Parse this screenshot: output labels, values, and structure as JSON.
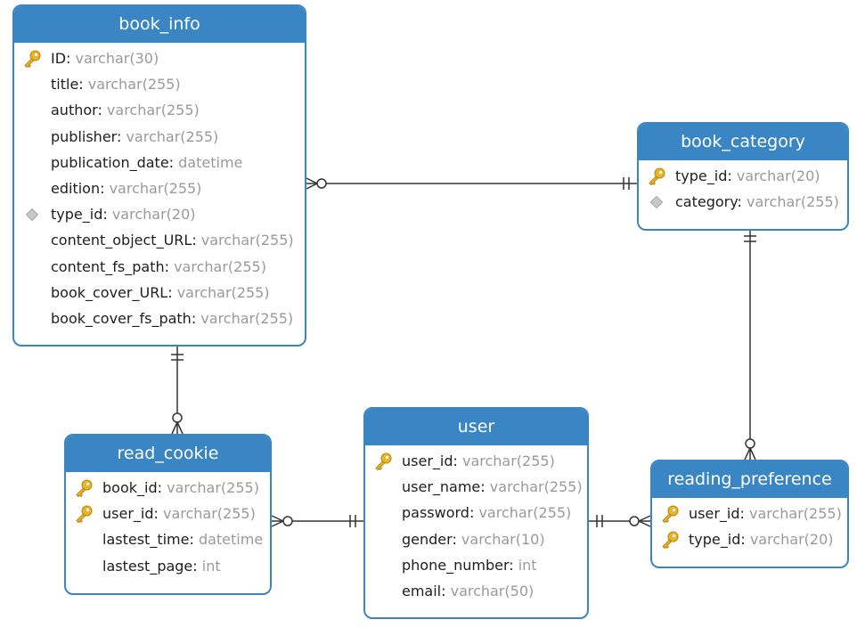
{
  "entities": {
    "book_info": {
      "title": "book_info",
      "columns": [
        {
          "name": "ID",
          "type": "varchar(30)",
          "marker": "primary-key"
        },
        {
          "name": "title",
          "type": "varchar(255)",
          "marker": "none"
        },
        {
          "name": "author",
          "type": "varchar(255)",
          "marker": "none"
        },
        {
          "name": "publisher",
          "type": "varchar(255)",
          "marker": "none"
        },
        {
          "name": "publication_date",
          "type": "datetime",
          "marker": "none"
        },
        {
          "name": "edition",
          "type": "varchar(255)",
          "marker": "none"
        },
        {
          "name": "type_id",
          "type": "varchar(20)",
          "marker": "index"
        },
        {
          "name": "content_object_URL",
          "type": "varchar(255)",
          "marker": "none"
        },
        {
          "name": "content_fs_path",
          "type": "varchar(255)",
          "marker": "none"
        },
        {
          "name": "book_cover_URL",
          "type": "varchar(255)",
          "marker": "none"
        },
        {
          "name": "book_cover_fs_path",
          "type": "varchar(255)",
          "marker": "none"
        }
      ]
    },
    "book_category": {
      "title": "book_category",
      "columns": [
        {
          "name": "type_id",
          "type": "varchar(20)",
          "marker": "primary-key"
        },
        {
          "name": "category",
          "type": "varchar(255)",
          "marker": "index"
        }
      ]
    },
    "read_cookie": {
      "title": "read_cookie",
      "columns": [
        {
          "name": "book_id",
          "type": "varchar(255)",
          "marker": "primary-key"
        },
        {
          "name": "user_id",
          "type": "varchar(255)",
          "marker": "primary-key"
        },
        {
          "name": "lastest_time",
          "type": "datetime",
          "marker": "none"
        },
        {
          "name": "lastest_page",
          "type": "int",
          "marker": "none"
        }
      ]
    },
    "user": {
      "title": "user",
      "columns": [
        {
          "name": "user_id",
          "type": "varchar(255)",
          "marker": "primary-key"
        },
        {
          "name": "user_name",
          "type": "varchar(255)",
          "marker": "none"
        },
        {
          "name": "password",
          "type": "varchar(255)",
          "marker": "none"
        },
        {
          "name": "gender",
          "type": "varchar(10)",
          "marker": "none"
        },
        {
          "name": "phone_number",
          "type": "int",
          "marker": "none"
        },
        {
          "name": "email",
          "type": "varchar(50)",
          "marker": "none"
        }
      ]
    },
    "reading_preference": {
      "title": "reading_preference",
      "columns": [
        {
          "name": "user_id",
          "type": "varchar(255)",
          "marker": "primary-key"
        },
        {
          "name": "type_id",
          "type": "varchar(20)",
          "marker": "primary-key"
        }
      ]
    }
  },
  "relationships": [
    {
      "from": "book_info",
      "from_cardinality": "zero-or-many",
      "to": "book_category",
      "to_cardinality": "exactly-one"
    },
    {
      "from": "book_info",
      "from_cardinality": "exactly-one",
      "to": "read_cookie",
      "to_cardinality": "zero-or-many"
    },
    {
      "from": "read_cookie",
      "from_cardinality": "zero-or-many",
      "to": "user",
      "to_cardinality": "exactly-one"
    },
    {
      "from": "user",
      "from_cardinality": "exactly-one",
      "to": "reading_preference",
      "to_cardinality": "zero-or-many"
    },
    {
      "from": "book_category",
      "from_cardinality": "exactly-one",
      "to": "reading_preference",
      "to_cardinality": "zero-or-many"
    }
  ],
  "colors": {
    "header": "#3a86c4",
    "border": "#3a86c4",
    "type_text": "#9a9a9a",
    "key_gold": "#e8b62a",
    "index_gray": "#c8c8c8",
    "link_line": "#333333"
  },
  "icons": {
    "primary-key": "key-icon",
    "index": "index-diamond-icon"
  }
}
